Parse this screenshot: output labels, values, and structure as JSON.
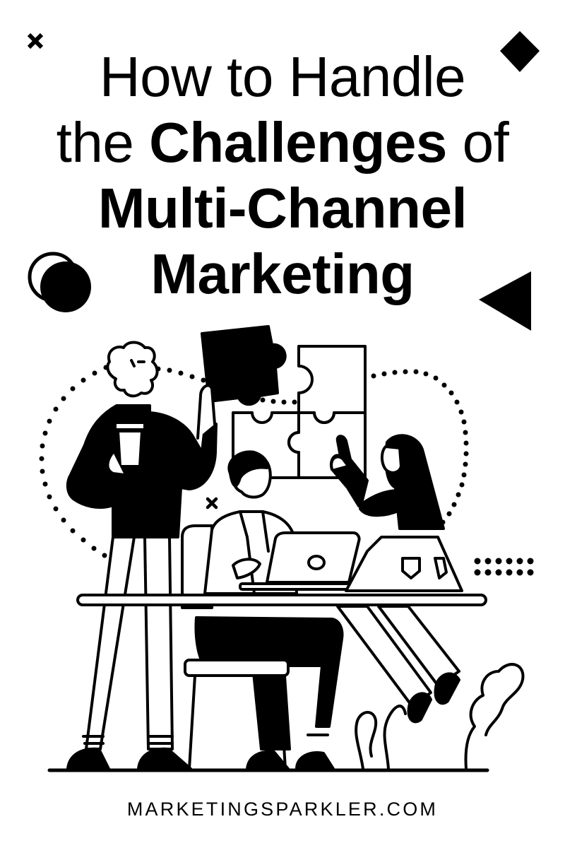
{
  "poster": {
    "title": {
      "line1": {
        "text": "How to Handle"
      },
      "line2": {
        "pre": "the ",
        "bold": "Challenges",
        "post": " of"
      },
      "line3": {
        "bold": "Multi-Channel"
      },
      "line4": {
        "bold": "Marketing"
      }
    },
    "footer": {
      "url": "MARKETINGSPARKLER.COM"
    },
    "colors": {
      "ink": "#000000",
      "background": "#ffffff"
    },
    "decorations": [
      {
        "icon": "x-mark-icon",
        "position": "top-left"
      },
      {
        "icon": "diamond-icon",
        "position": "top-right"
      },
      {
        "icon": "overlapping-circles-icon",
        "position": "left-middle"
      },
      {
        "icon": "triangle-left-icon",
        "position": "right-middle"
      },
      {
        "icon": "dot-grid-icon",
        "position": "right",
        "rows": 2,
        "cols": 6
      }
    ],
    "illustration": {
      "scene": "team-solving-puzzle",
      "elements": [
        "bearded-man-with-coffee-holding-puzzle-piece",
        "man-sitting-at-laptop",
        "woman-pointing-at-puzzle",
        "puzzle-board",
        "desk",
        "plants"
      ]
    }
  }
}
